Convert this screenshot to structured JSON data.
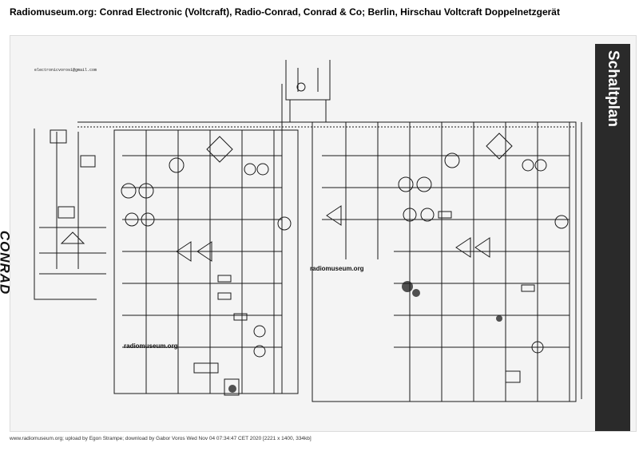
{
  "page_title": "Radiomuseum.org: Conrad Electronic (Voltcraft), Radio-Conrad, Conrad & Co; Berlin, Hirschau Voltcraft Doppelnetzgerät",
  "schematic": {
    "email": "electronicvoros1@gmail.com",
    "brand": "CONRAD",
    "heading": "Schaltplan",
    "watermarks": [
      "radiomuseum.org",
      "radiomuseum.org"
    ],
    "ink_color": "#1a1a1a",
    "band_color": "#2a2a2a"
  },
  "footer": "www.radiomuseum.org; upload by Egon Strampe; download by Gabor Voros Wed Nov 04 07:34:47 CET 2020 [2221 x 1400, 334kb]"
}
